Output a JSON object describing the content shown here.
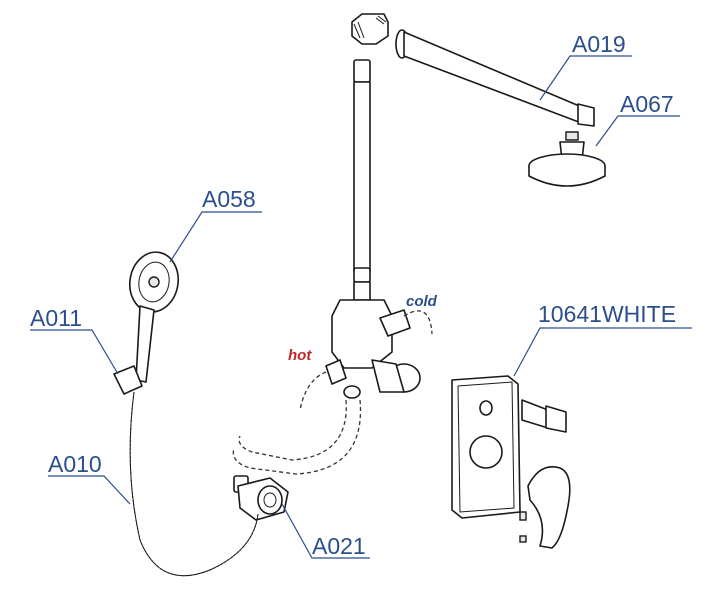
{
  "labels": {
    "a019": "A019",
    "a067": "A067",
    "a058": "A058",
    "a011": "A011",
    "a010": "A010",
    "a021": "A021",
    "panel": "10641WHITE",
    "hot": "hot",
    "cold": "cold"
  },
  "colors": {
    "label": "#2b4f8c",
    "hot": "#c0282d",
    "cold": "#2b4f8c",
    "ink": "#1a1a1a"
  }
}
